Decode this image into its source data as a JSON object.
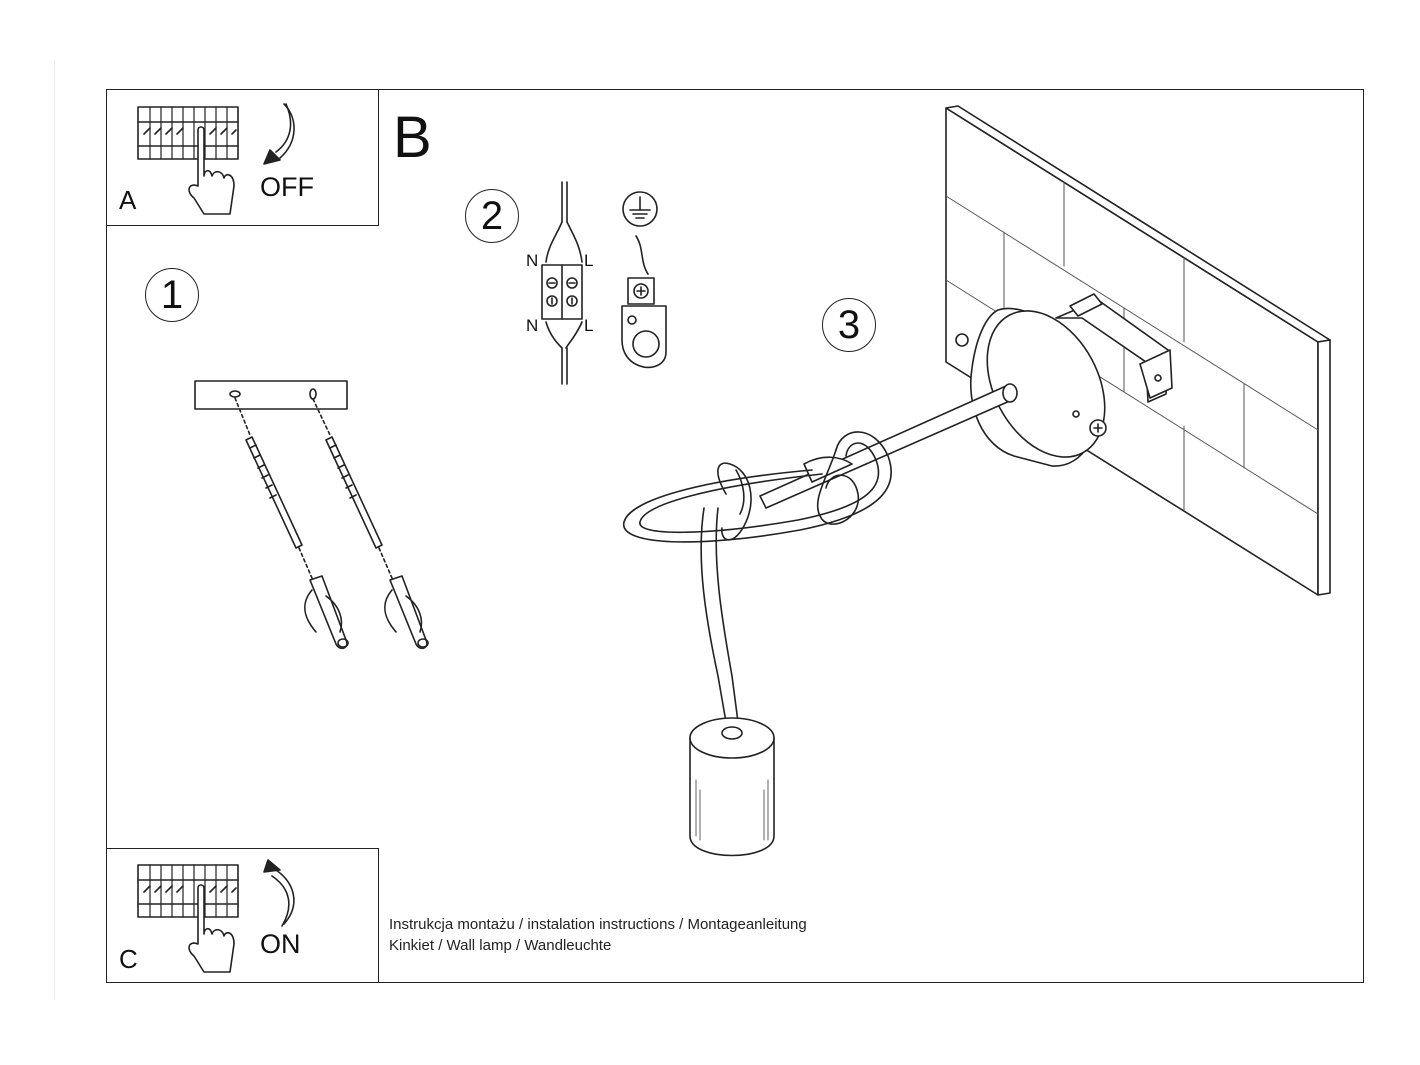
{
  "panels": {
    "a": {
      "letter": "A",
      "label": "OFF"
    },
    "b": {
      "letter": "B"
    },
    "c": {
      "letter": "C",
      "label": "ON"
    }
  },
  "steps": [
    "1",
    "2",
    "3"
  ],
  "wiring": {
    "neutral": "N",
    "live": "L"
  },
  "caption": {
    "line1": "Instrukcja montażu / instalation instructions / Montageanleitung",
    "line2": "Kinkiet / Wall lamp / Wandleuchte"
  }
}
